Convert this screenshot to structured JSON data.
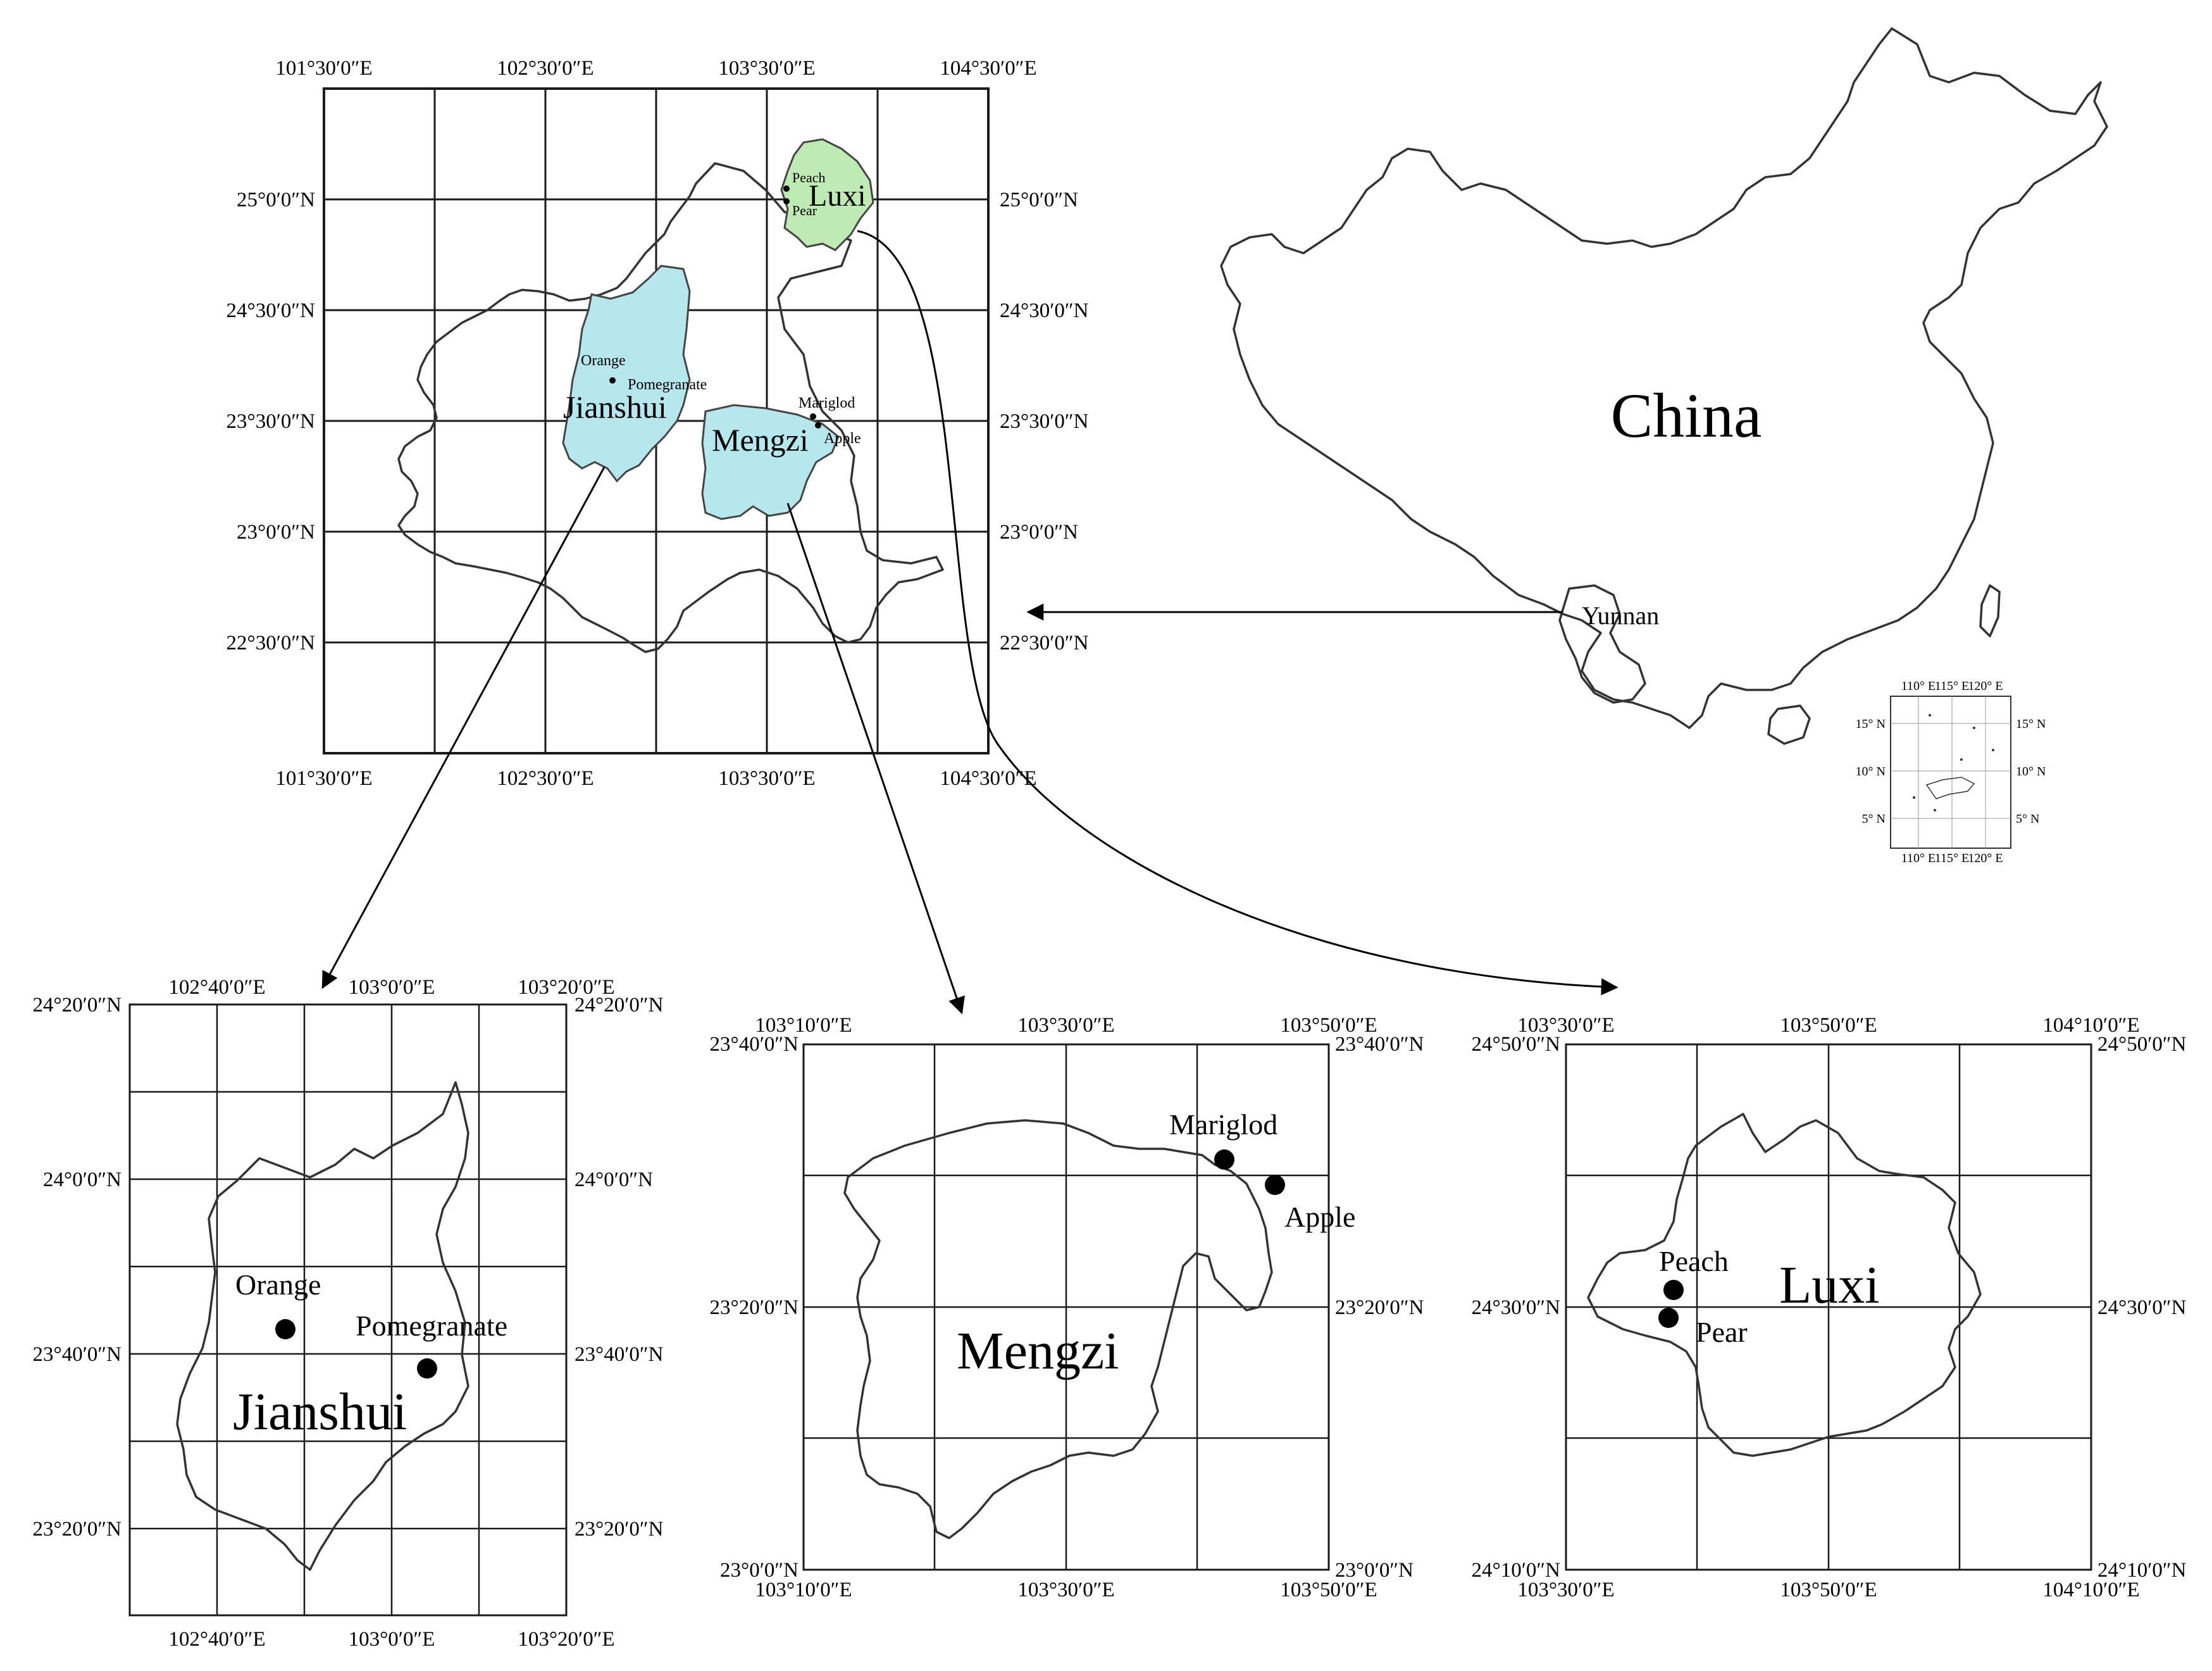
{
  "overview_map": {
    "lon_labels": [
      "101°30′0″E",
      "102°30′0″E",
      "103°30′0″E",
      "104°30′0″E"
    ],
    "lat_labels": [
      "25°0′0″N",
      "24°30′0″N",
      "23°30′0″N",
      "23°0′0″N",
      "22°30′0″N"
    ],
    "region_labels": {
      "jianshui": "Jianshui",
      "mengzi": "Mengzi",
      "luxi": "Luxi"
    },
    "site_labels": {
      "orange": "Orange",
      "pomegranate": "Pomegranate",
      "mariglod": "Mariglod",
      "apple": "Apple",
      "peach": "Peach",
      "pear": "Pear"
    },
    "colors": {
      "jianshui_fill": "#b7e7ee",
      "mengzi_fill": "#b7e7ee",
      "luxi_fill": "#bfeab4"
    }
  },
  "china_map": {
    "title": "China",
    "province_label": "Yunnan",
    "inset": {
      "lon_labels": [
        "110° E",
        "115° E",
        "120° E"
      ],
      "lat_labels": [
        "15° N",
        "10° N",
        "5° N"
      ]
    }
  },
  "jianshui_map": {
    "title": "Jianshui",
    "lon_labels": [
      "102°40′0″E",
      "103°0′0″E",
      "103°20′0″E"
    ],
    "lat_labels": [
      "24°20′0″N",
      "24°0′0″N",
      "23°40′0″N",
      "23°20′0″N"
    ],
    "sites": {
      "orange": "Orange",
      "pomegranate": "Pomegranate"
    }
  },
  "mengzi_map": {
    "title": "Mengzi",
    "lon_labels": [
      "103°10′0″E",
      "103°30′0″E",
      "103°50′0″E"
    ],
    "lat_labels": [
      "23°40′0″N",
      "23°20′0″N",
      "23°0′0″N"
    ],
    "sites": {
      "mariglod": "Mariglod",
      "apple": "Apple"
    }
  },
  "luxi_map": {
    "title": "Luxi",
    "lon_labels": [
      "103°30′0″E",
      "103°50′0″E",
      "104°10′0″E"
    ],
    "lat_labels": [
      "24°50′0″N",
      "24°30′0″N",
      "24°10′0″N"
    ],
    "sites": {
      "peach": "Peach",
      "pear": "Pear"
    }
  }
}
